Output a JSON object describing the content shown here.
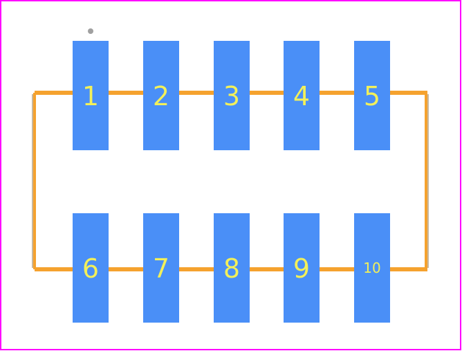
{
  "colors": {
    "border": "#ff00ff",
    "pad": "#4a8ff7",
    "outline": "#f5a22e",
    "outline_edge": "#c8b8a0",
    "label": "#f2f05a",
    "marker": "#a0a0a0"
  },
  "pads": [
    {
      "label": "1"
    },
    {
      "label": "2"
    },
    {
      "label": "3"
    },
    {
      "label": "4"
    },
    {
      "label": "5"
    },
    {
      "label": "6"
    },
    {
      "label": "7"
    },
    {
      "label": "8"
    },
    {
      "label": "9"
    },
    {
      "label": "10"
    }
  ]
}
